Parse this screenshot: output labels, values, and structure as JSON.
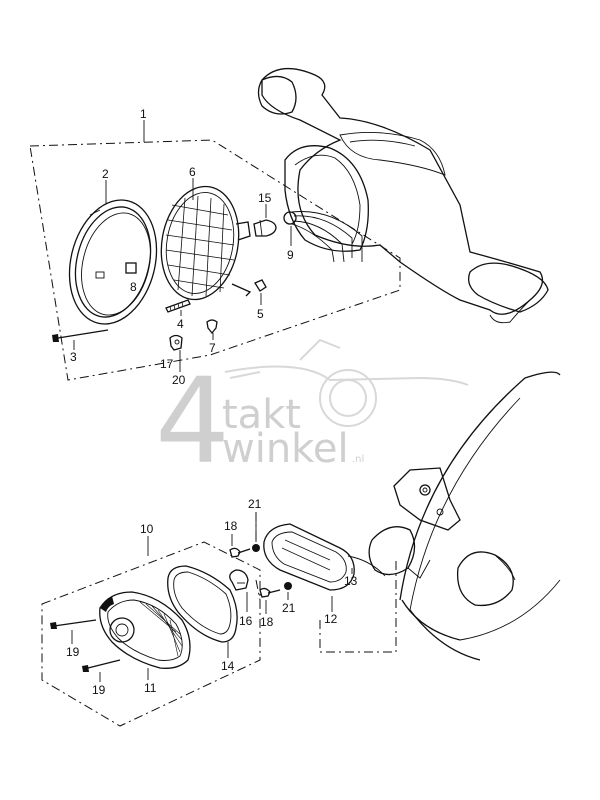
{
  "callouts": {
    "c1": "1",
    "c2": "2",
    "c3": "3",
    "c4": "4",
    "c5": "5",
    "c6": "6",
    "c7": "7",
    "c8": "8",
    "c9": "9",
    "c10": "10",
    "c11": "11",
    "c12": "12",
    "c13": "13",
    "c14": "14",
    "c15": "15",
    "c16": "16",
    "c17": "17",
    "c18a": "18",
    "c18b": "18",
    "c19a": "19",
    "c19b": "19",
    "c20": "20",
    "c21a": "21",
    "c21b": "21"
  },
  "watermark": {
    "number": "4",
    "word_top": "takt",
    "word_bottom": "winkel",
    "suffix": ".nl"
  }
}
